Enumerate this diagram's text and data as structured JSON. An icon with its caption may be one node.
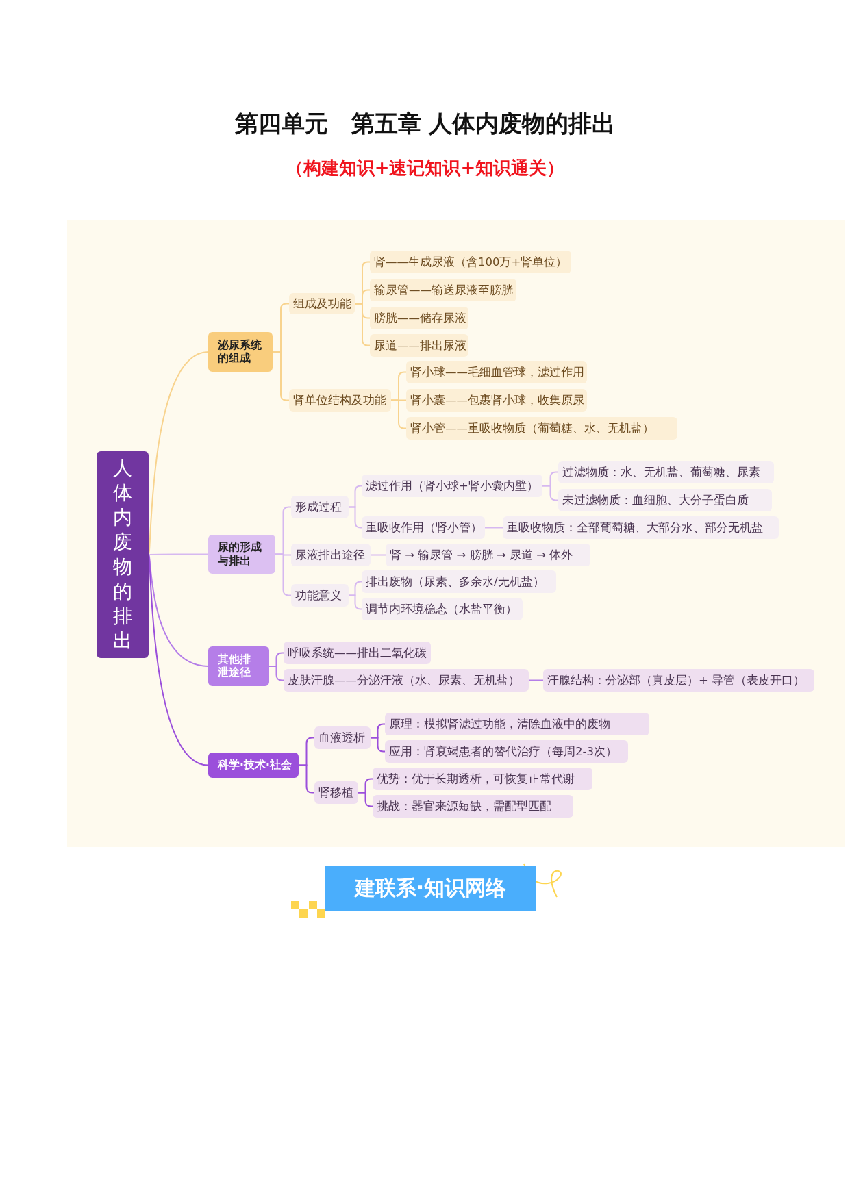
{
  "diagram": {
    "title": "第四单元　第五章 人体内废物的排出",
    "nodes": [
      {
        "text": [
          "人体内废物的排出"
        ]
      },
      {
        "text": [
          "泌尿系统的组成"
        ]
      },
      {
        "text": [
          "组成及功能"
        ]
      },
      {
        "text": [
          "肾——生成尿液（含100万+肾单位）"
        ]
      },
      {
        "text": [
          "输尿管——输送尿液至膀胱"
        ]
      },
      {
        "text": [
          "膀胱——储存尿液"
        ]
      },
      {
        "text": [
          "尿道——排出尿液"
        ]
      },
      {
        "text": [
          "肾单位结构及功能"
        ]
      },
      {
        "text": [
          "肾小球——毛细血管球，滤过作用"
        ]
      },
      {
        "text": [
          "肾小囊——包裹肾小球，收集原尿"
        ]
      },
      {
        "text": [
          "肾小管——重吸收物质（葡萄糖、水、无机盐）"
        ]
      },
      {
        "text": [
          "尿的形成与排出"
        ]
      },
      {
        "text": [
          "形成过程"
        ]
      },
      {
        "text": [
          "滤过作用（肾小球+肾小囊内壁）"
        ]
      },
      {
        "text": [
          "过滤物质：水、无机盐、葡萄糖、尿素"
        ]
      },
      {
        "text": [
          "未过滤物质：血细胞、大分子蛋白质"
        ]
      },
      {
        "text": [
          "重吸收作用（肾小管）"
        ]
      },
      {
        "text": [
          "重吸收物质：全部葡萄糖、大部分水、部分无机盐"
        ]
      },
      {
        "text": [
          "尿液排出途径"
        ]
      },
      {
        "text": [
          "肾 → 输尿管 → 膀胱 → 尿道 → 体外"
        ]
      },
      {
        "text": [
          "功能意义"
        ]
      },
      {
        "text": [
          "排出废物（尿素、多余水/无机盐）"
        ]
      },
      {
        "text": [
          "调节内环境稳态（水盐平衡）"
        ]
      },
      {
        "text": [
          "其他排泄途径"
        ]
      },
      {
        "text": [
          "呼吸系统——排出二氧化碳"
        ]
      },
      {
        "text": [
          "皮肤汗腺——分泌汗液（水、尿素、无机盐）"
        ]
      },
      {
        "text": [
          "汗腺结构：分泌部（真皮层）+ 导管（表皮开口）"
        ]
      },
      {
        "text": [
          "科学·技术·社会"
        ]
      },
      {
        "text": [
          "血液透析"
        ]
      },
      {
        "text": [
          "原理：模拟肾滤过功能，清除血液中的废物"
        ]
      },
      {
        "text": [
          "应用：肾衰竭患者的替代治疗（每周2-3次）"
        ]
      },
      {
        "text": [
          "肾移植"
        ]
      },
      {
        "text": [
          "优势：优于长期透析，可恢复正常代谢"
        ]
      },
      {
        "text": [
          "挑战：器官来源短缺，需配型匹配"
        ]
      },
      {
        "text": [
          "建联系·知识网络"
        ]
      }
    ],
    "edges": [
      {
        "from": 0,
        "to": 1,
        "arrow": "none",
        "color": "#f8d38e"
      },
      {
        "from": 1,
        "to": 2,
        "arrow": "none",
        "color": "#f8d38e"
      },
      {
        "from": 2,
        "to": 3,
        "arrow": "none",
        "color": "#f8d38e"
      },
      {
        "from": 2,
        "to": 4,
        "arrow": "none",
        "color": "#f8d38e"
      },
      {
        "from": 2,
        "to": 5,
        "arrow": "none",
        "color": "#f8d38e"
      },
      {
        "from": 2,
        "to": 6,
        "arrow": "none",
        "color": "#f8d38e"
      },
      {
        "from": 1,
        "to": 7,
        "arrow": "none",
        "color": "#f8d38e"
      },
      {
        "from": 7,
        "to": 8,
        "arrow": "none",
        "color": "#f8d38e"
      },
      {
        "from": 7,
        "to": 9,
        "arrow": "none",
        "color": "#f8d38e"
      },
      {
        "from": 7,
        "to": 10,
        "arrow": "none",
        "color": "#f8d38e"
      },
      {
        "from": 0,
        "to": 11,
        "arrow": "none"
      },
      {
        "from": 11,
        "to": 12,
        "arrow": "none"
      },
      {
        "from": 12,
        "to": 13,
        "arrow": "none"
      },
      {
        "from": 13,
        "to": 14,
        "arrow": "none"
      },
      {
        "from": 13,
        "to": 15,
        "arrow": "none"
      },
      {
        "from": 12,
        "to": 16,
        "arrow": "none"
      },
      {
        "from": 16,
        "to": 17,
        "arrow": "none"
      },
      {
        "from": 11,
        "to": 18,
        "arrow": "none"
      },
      {
        "from": 18,
        "to": 19,
        "arrow": "none"
      },
      {
        "from": 11,
        "to": 20,
        "arrow": "none"
      },
      {
        "from": 20,
        "to": 21,
        "arrow": "none"
      },
      {
        "from": 20,
        "to": 22,
        "arrow": "none"
      },
      {
        "from": 0,
        "to": 23,
        "arrow": "none",
        "color": "#b57ee8"
      },
      {
        "from": 23,
        "to": 24,
        "arrow": "none",
        "color": "#b57ee8"
      },
      {
        "from": 23,
        "to": 25,
        "arrow": "none",
        "color": "#b57ee8"
      },
      {
        "from": 25,
        "to": 26,
        "arrow": "none",
        "color": "#b57ee8"
      },
      {
        "from": 0,
        "to": 27,
        "arrow": "none",
        "color": "#9b4fdb"
      },
      {
        "from": 27,
        "to": 28,
        "arrow": "none",
        "color": "#9b4fdb"
      },
      {
        "from": 28,
        "to": 29,
        "arrow": "none",
        "color": "#9b4fdb"
      },
      {
        "from": 28,
        "to": 30,
        "arrow": "none",
        "color": "#9b4fdb"
      },
      {
        "from": 27,
        "to": 31,
        "arrow": "none",
        "color": "#9b4fdb"
      },
      {
        "from": 31,
        "to": 32,
        "arrow": "none",
        "color": "#9b4fdb"
      },
      {
        "from": 31,
        "to": 33,
        "arrow": "none",
        "color": "#9b4fdb"
      }
    ],
    "labels": [
      "（构建知识+速记知识+知识通关）"
    ]
  }
}
